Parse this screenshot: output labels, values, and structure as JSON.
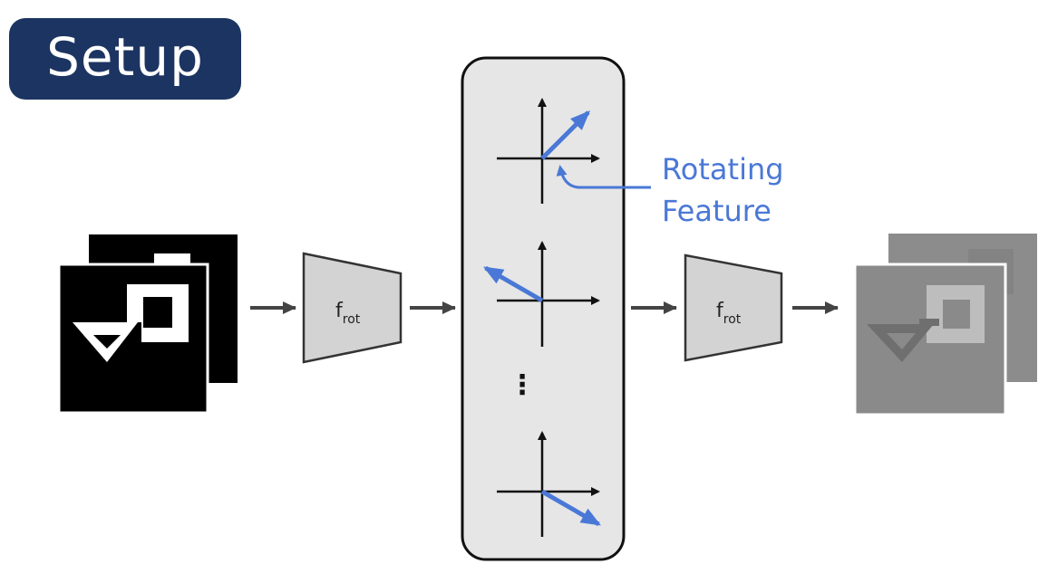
{
  "title": "Setup",
  "network_label_main": "f",
  "network_label_sub": "rot",
  "annotation_line1": "Rotating",
  "annotation_line2": "Feature",
  "ellipsis": "⋮",
  "colors": {
    "title_bg": "#1c3461",
    "feature_arrow": "#4a78d6",
    "panel_bg": "#e6e6e6",
    "network_fill": "#d3d3d3",
    "flow_arrow": "#444444"
  },
  "feature_axes": [
    {
      "angle_deg": 45
    },
    {
      "angle_deg": 150
    },
    {
      "angle_deg": -30
    }
  ]
}
